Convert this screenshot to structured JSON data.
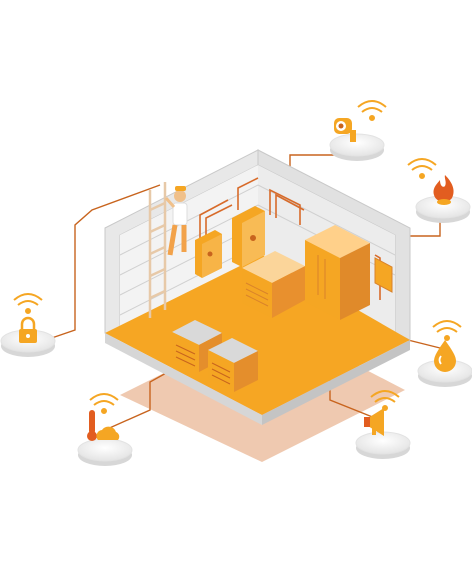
{
  "illustration": {
    "subject": "isometric-smart-building-room",
    "accent_color": "#f5a623",
    "accent_dark": "#d9822b",
    "line_color": "#c8641e",
    "floor_shadow_color": "#e9b89a",
    "wall_color": "#e6e6e6",
    "wall_edge_color": "#b9b9b9"
  },
  "devices": [
    {
      "name": "cctv-camera",
      "icon": "camera-icon"
    },
    {
      "name": "gas-flame-sensor",
      "icon": "flame-icon"
    },
    {
      "name": "security-lock",
      "icon": "lock-icon"
    },
    {
      "name": "water-leak-sensor",
      "icon": "water-drop-icon"
    },
    {
      "name": "weather-temperature-sensor",
      "icon": "thermometer-cloud-icon"
    },
    {
      "name": "alarm-siren",
      "icon": "megaphone-icon"
    }
  ]
}
